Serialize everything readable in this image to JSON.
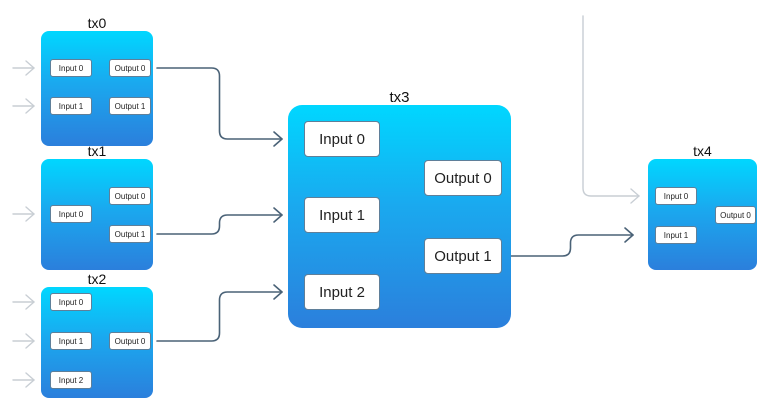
{
  "transactions": [
    {
      "id": "tx0",
      "label": "tx0",
      "inputs": [
        {
          "id": "tx0-in-0",
          "label": "Input 0"
        },
        {
          "id": "tx0-in-1",
          "label": "Input 1"
        }
      ],
      "outputs": [
        {
          "id": "tx0-out-0",
          "label": "Output 0"
        },
        {
          "id": "tx0-out-1",
          "label": "Output 1"
        }
      ]
    },
    {
      "id": "tx1",
      "label": "tx1",
      "inputs": [
        {
          "id": "tx1-in-0",
          "label": "Input 0"
        }
      ],
      "outputs": [
        {
          "id": "tx1-out-0",
          "label": "Output 0"
        },
        {
          "id": "tx1-out-1",
          "label": "Output 1"
        }
      ]
    },
    {
      "id": "tx2",
      "label": "tx2",
      "inputs": [
        {
          "id": "tx2-in-0",
          "label": "Input 0"
        },
        {
          "id": "tx2-in-1",
          "label": "Input 1"
        },
        {
          "id": "tx2-in-2",
          "label": "Input 2"
        }
      ],
      "outputs": [
        {
          "id": "tx2-out-0",
          "label": "Output 0"
        }
      ]
    },
    {
      "id": "tx3",
      "label": "tx3",
      "inputs": [
        {
          "id": "tx3-in-0",
          "label": "Input 0"
        },
        {
          "id": "tx3-in-1",
          "label": "Input 1"
        },
        {
          "id": "tx3-in-2",
          "label": "Input 2"
        }
      ],
      "outputs": [
        {
          "id": "tx3-out-0",
          "label": "Output 0"
        },
        {
          "id": "tx3-out-1",
          "label": "Output 1"
        }
      ]
    },
    {
      "id": "tx4",
      "label": "tx4",
      "inputs": [
        {
          "id": "tx4-in-0",
          "label": "Input 0"
        },
        {
          "id": "tx4-in-1",
          "label": "Input 1"
        }
      ],
      "outputs": [
        {
          "id": "tx4-out-0",
          "label": "Output 0"
        }
      ]
    }
  ],
  "connections": [
    {
      "from": "tx0-out-0",
      "to": "tx3-in-0"
    },
    {
      "from": "tx1-out-1",
      "to": "tx3-in-1"
    },
    {
      "from": "tx2-out-0",
      "to": "tx3-in-2"
    },
    {
      "from": "tx3-out-1",
      "to": "tx4-in-1"
    }
  ],
  "colors": {
    "box_top": "#00d7ff",
    "box_bottom": "#2b7fdc",
    "connection_line": "#4a6277",
    "external_input_line": "#c8ced4",
    "port_border": "#5f7f99"
  }
}
